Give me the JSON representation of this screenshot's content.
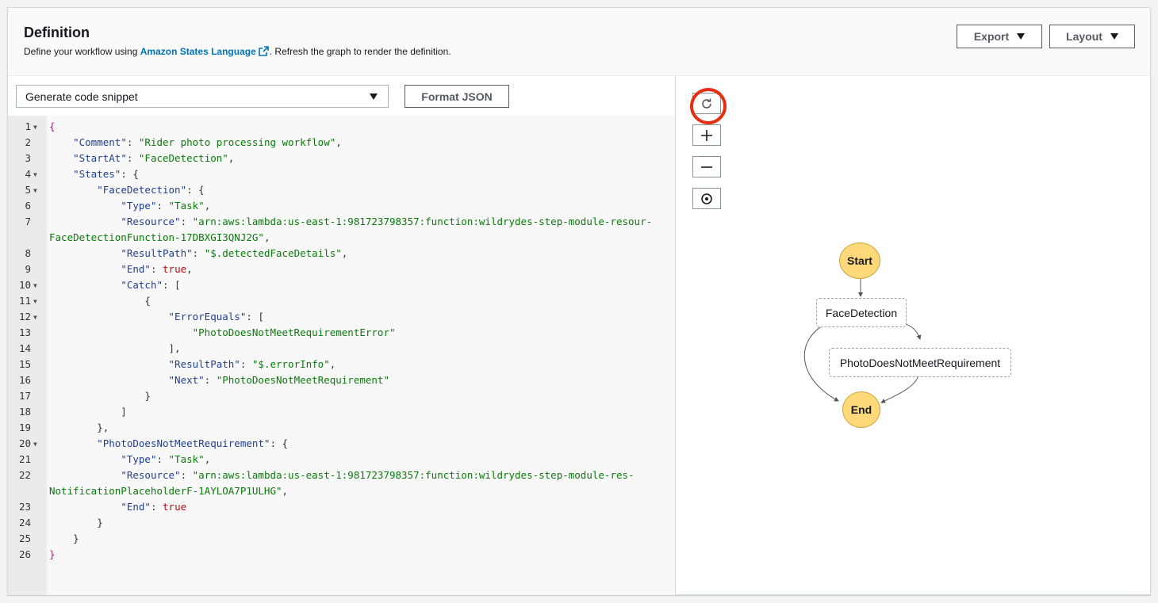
{
  "header": {
    "title": "Definition",
    "description_prefix": "Define your workflow using ",
    "description_link": "Amazon States Language",
    "description_suffix": ". Refresh the graph to render the definition.",
    "export_label": "Export",
    "layout_label": "Layout"
  },
  "editor": {
    "snippet_select": "Generate code snippet",
    "format_label": "Format JSON",
    "lines": [
      {
        "n": "1",
        "fold": true,
        "t": [
          [
            "br",
            "{"
          ]
        ]
      },
      {
        "n": "2",
        "fold": false,
        "t": [
          [
            "p",
            "    "
          ],
          [
            "k",
            "\"Comment\""
          ],
          [
            "p",
            ": "
          ],
          [
            "s",
            "\"Rider photo processing workflow\""
          ],
          [
            "p",
            ","
          ]
        ]
      },
      {
        "n": "3",
        "fold": false,
        "t": [
          [
            "p",
            "    "
          ],
          [
            "k",
            "\"StartAt\""
          ],
          [
            "p",
            ": "
          ],
          [
            "s",
            "\"FaceDetection\""
          ],
          [
            "p",
            ","
          ]
        ]
      },
      {
        "n": "4",
        "fold": true,
        "t": [
          [
            "p",
            "    "
          ],
          [
            "k",
            "\"States\""
          ],
          [
            "p",
            ": {"
          ]
        ]
      },
      {
        "n": "5",
        "fold": true,
        "t": [
          [
            "p",
            "        "
          ],
          [
            "k",
            "\"FaceDetection\""
          ],
          [
            "p",
            ": {"
          ]
        ]
      },
      {
        "n": "6",
        "fold": false,
        "t": [
          [
            "p",
            "            "
          ],
          [
            "k",
            "\"Type\""
          ],
          [
            "p",
            ": "
          ],
          [
            "s",
            "\"Task\""
          ],
          [
            "p",
            ","
          ]
        ]
      },
      {
        "n": "7",
        "fold": false,
        "t": [
          [
            "p",
            "            "
          ],
          [
            "k",
            "\"Resource\""
          ],
          [
            "p",
            ": "
          ],
          [
            "s",
            "\"arn:aws:lambda:us-east-1:981723798357:function:wildrydes-step-module-resour-"
          ]
        ]
      },
      {
        "n": "",
        "fold": false,
        "t": [
          [
            "s",
            "FaceDetectionFunction-17DBXGI3QNJ2G\""
          ],
          [
            "p",
            ","
          ]
        ]
      },
      {
        "n": "8",
        "fold": false,
        "t": [
          [
            "p",
            "            "
          ],
          [
            "k",
            "\"ResultPath\""
          ],
          [
            "p",
            ": "
          ],
          [
            "s",
            "\"$.detectedFaceDetails\""
          ],
          [
            "p",
            ","
          ]
        ]
      },
      {
        "n": "9",
        "fold": false,
        "t": [
          [
            "p",
            "            "
          ],
          [
            "k",
            "\"End\""
          ],
          [
            "p",
            ": "
          ],
          [
            "b",
            "true"
          ],
          [
            "p",
            ","
          ]
        ]
      },
      {
        "n": "10",
        "fold": true,
        "t": [
          [
            "p",
            "            "
          ],
          [
            "k",
            "\"Catch\""
          ],
          [
            "p",
            ": ["
          ]
        ]
      },
      {
        "n": "11",
        "fold": true,
        "t": [
          [
            "p",
            "                {"
          ]
        ]
      },
      {
        "n": "12",
        "fold": true,
        "t": [
          [
            "p",
            "                    "
          ],
          [
            "k",
            "\"ErrorEquals\""
          ],
          [
            "p",
            ": ["
          ]
        ]
      },
      {
        "n": "13",
        "fold": false,
        "t": [
          [
            "p",
            "                        "
          ],
          [
            "s",
            "\"PhotoDoesNotMeetRequirementError\""
          ]
        ]
      },
      {
        "n": "14",
        "fold": false,
        "t": [
          [
            "p",
            "                    ],"
          ]
        ]
      },
      {
        "n": "15",
        "fold": false,
        "t": [
          [
            "p",
            "                    "
          ],
          [
            "k",
            "\"ResultPath\""
          ],
          [
            "p",
            ": "
          ],
          [
            "s",
            "\"$.errorInfo\""
          ],
          [
            "p",
            ","
          ]
        ]
      },
      {
        "n": "16",
        "fold": false,
        "t": [
          [
            "p",
            "                    "
          ],
          [
            "k",
            "\"Next\""
          ],
          [
            "p",
            ": "
          ],
          [
            "s",
            "\"PhotoDoesNotMeetRequirement\""
          ]
        ]
      },
      {
        "n": "17",
        "fold": false,
        "t": [
          [
            "p",
            "                }"
          ]
        ]
      },
      {
        "n": "18",
        "fold": false,
        "t": [
          [
            "p",
            "            ]"
          ]
        ]
      },
      {
        "n": "19",
        "fold": false,
        "t": [
          [
            "p",
            "        },"
          ]
        ]
      },
      {
        "n": "20",
        "fold": true,
        "t": [
          [
            "p",
            "        "
          ],
          [
            "k",
            "\"PhotoDoesNotMeetRequirement\""
          ],
          [
            "p",
            ": {"
          ]
        ]
      },
      {
        "n": "21",
        "fold": false,
        "t": [
          [
            "p",
            "            "
          ],
          [
            "k",
            "\"Type\""
          ],
          [
            "p",
            ": "
          ],
          [
            "s",
            "\"Task\""
          ],
          [
            "p",
            ","
          ]
        ]
      },
      {
        "n": "22",
        "fold": false,
        "t": [
          [
            "p",
            "            "
          ],
          [
            "k",
            "\"Resource\""
          ],
          [
            "p",
            ": "
          ],
          [
            "s",
            "\"arn:aws:lambda:us-east-1:981723798357:function:wildrydes-step-module-res-"
          ]
        ]
      },
      {
        "n": "",
        "fold": false,
        "t": [
          [
            "s",
            "NotificationPlaceholderF-1AYLOA7P1ULHG\""
          ],
          [
            "p",
            ","
          ]
        ]
      },
      {
        "n": "23",
        "fold": false,
        "t": [
          [
            "p",
            "            "
          ],
          [
            "k",
            "\"End\""
          ],
          [
            "p",
            ": "
          ],
          [
            "b",
            "true"
          ]
        ]
      },
      {
        "n": "24",
        "fold": false,
        "t": [
          [
            "p",
            "        }"
          ]
        ]
      },
      {
        "n": "25",
        "fold": false,
        "t": [
          [
            "p",
            "    }"
          ]
        ]
      },
      {
        "n": "26",
        "fold": false,
        "t": [
          [
            "br",
            "}"
          ]
        ]
      }
    ]
  },
  "graph": {
    "start_label": "Start",
    "face_detection_label": "FaceDetection",
    "photo_requirement_label": "PhotoDoesNotMeetRequirement",
    "end_label": "End"
  },
  "icons": {
    "refresh": "refresh-icon",
    "zoom_in": "plus-icon",
    "zoom_out": "minus-icon",
    "center": "target-icon",
    "external_link": "external-link-icon"
  },
  "colors": {
    "link": "#0073bb",
    "highlight": "#e62e14",
    "terminal_node": "#ffd97a"
  }
}
